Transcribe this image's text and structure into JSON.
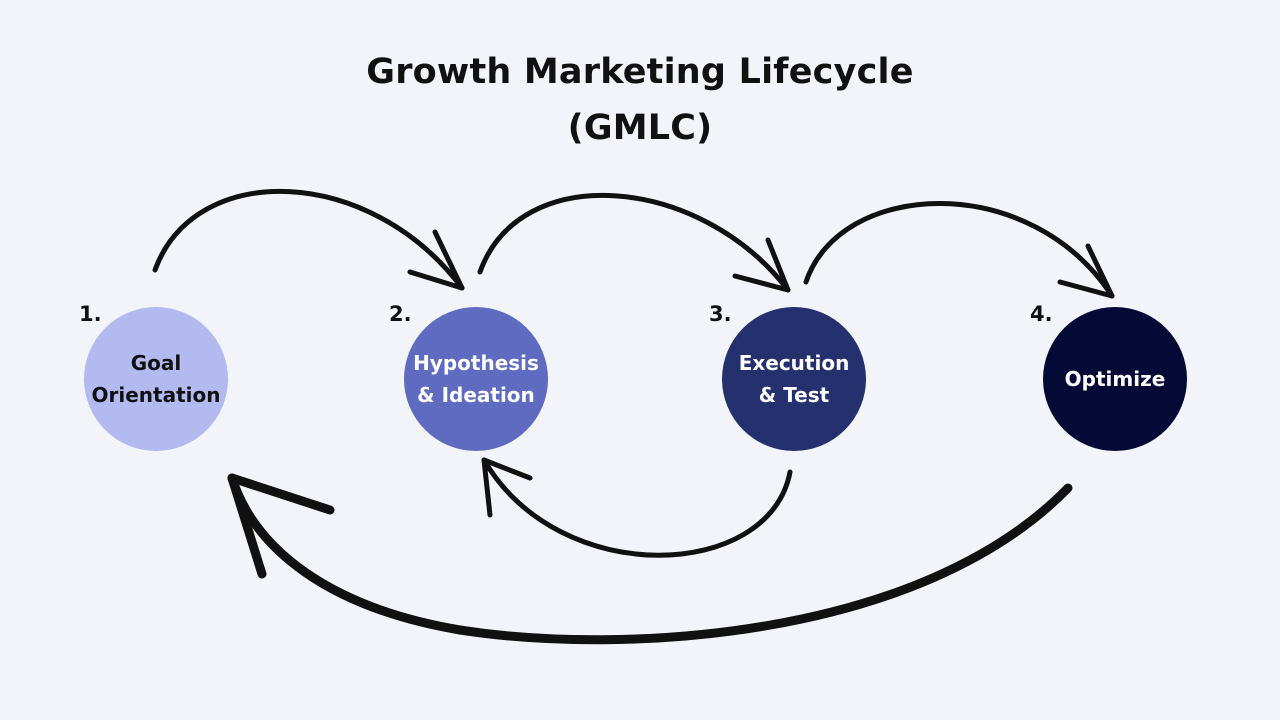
{
  "title": {
    "line1": "Growth Marketing Lifecycle",
    "line2": "(GMLC)"
  },
  "steps": [
    {
      "number": "1.",
      "label_line1": "Goal",
      "label_line2": "Orientation",
      "fill": "#b3baf0",
      "text_color": "#111111"
    },
    {
      "number": "2.",
      "label_line1": "Hypothesis",
      "label_line2": "& Ideation",
      "fill": "#5f6bc0",
      "text_color": "#ffffff"
    },
    {
      "number": "3.",
      "label_line1": "Execution",
      "label_line2": "& Test",
      "fill": "#25306e",
      "text_color": "#ffffff"
    },
    {
      "number": "4.",
      "label_line1": "Optimize",
      "label_line2": "",
      "fill": "#040a35",
      "text_color": "#ffffff"
    }
  ],
  "arrow_color": "#111111"
}
